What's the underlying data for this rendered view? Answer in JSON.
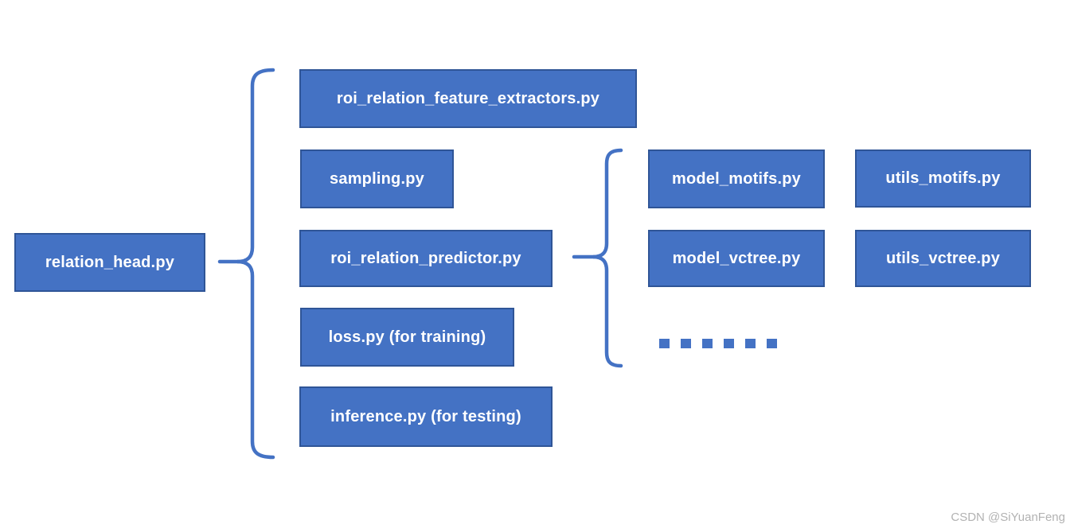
{
  "colors": {
    "background": "#ffffff",
    "box_fill": "#4472C4",
    "box_border": "#2F5597",
    "brace": "#4472C4",
    "text_color": "#ffffff",
    "watermark": "#b2b2b2"
  },
  "diagram": {
    "root": {
      "label": "relation_head.py"
    },
    "children": [
      {
        "label": "roi_relation_feature_extractors.py"
      },
      {
        "label": "sampling.py"
      },
      {
        "label": "roi_relation_predictor.py"
      },
      {
        "label": "loss.py (for training)"
      },
      {
        "label": "inference.py (for testing)"
      }
    ],
    "grandchildren": [
      {
        "label": "model_motifs.py"
      },
      {
        "label": "utils_motifs.py"
      },
      {
        "label": "model_vctree.py"
      },
      {
        "label": "utils_vctree.py"
      }
    ],
    "ellipsis": {
      "count": 6
    }
  },
  "watermark": {
    "text": "CSDN @SiYuanFeng"
  }
}
